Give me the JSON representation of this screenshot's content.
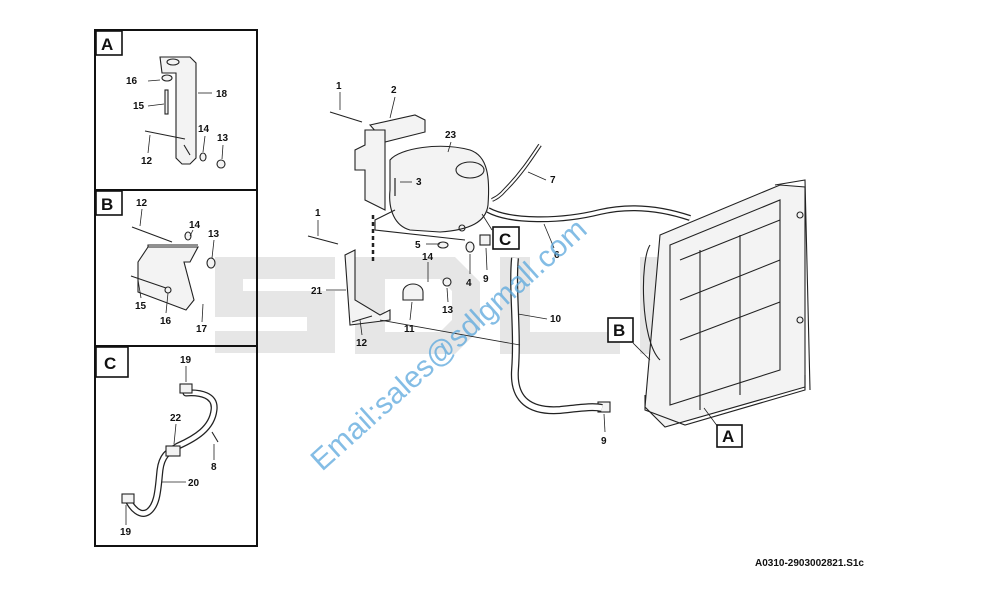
{
  "watermark": {
    "logo_text": "SDLG",
    "email_text": "Email:sales@sdlgmall.com",
    "color": "#5ba8dd"
  },
  "figure_ref": "A0310-2903002821.S1c",
  "insets": [
    {
      "label": "A",
      "callouts": [
        "16",
        "15",
        "18",
        "14",
        "13",
        "12"
      ]
    },
    {
      "label": "B",
      "callouts": [
        "12",
        "14",
        "13",
        "15",
        "16",
        "17"
      ]
    },
    {
      "label": "C",
      "callouts": [
        "19",
        "22",
        "8",
        "20",
        "19"
      ]
    }
  ],
  "main_callouts": [
    "1",
    "2",
    "23",
    "7",
    "3",
    "C",
    "1",
    "5",
    "4",
    "9",
    "6",
    "14",
    "21",
    "13",
    "11",
    "12",
    "10",
    "B",
    "9",
    "A"
  ],
  "view_labels": [
    "C",
    "B",
    "A"
  ]
}
